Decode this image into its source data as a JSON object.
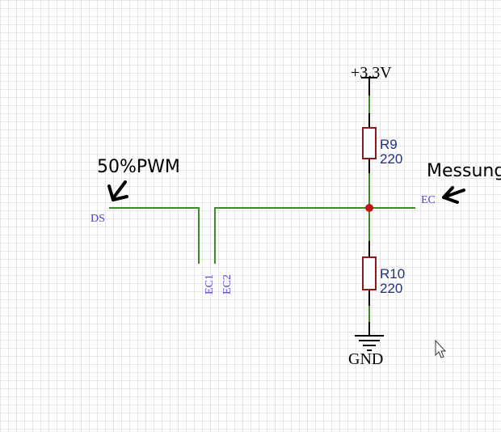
{
  "labels": {
    "vcc": "+3.3V",
    "gnd": "GND",
    "pwm_note": "50%PWM",
    "measure_note": "Messung",
    "net_ds": "DS",
    "net_ec": "EC",
    "net_ec1": "EC1",
    "net_ec2": "EC2"
  },
  "components": {
    "r9": {
      "ref": "R9",
      "value": "220"
    },
    "r10": {
      "ref": "R10",
      "value": "220"
    }
  },
  "colors": {
    "wire": "#3c8b27",
    "resistor": "#8b1a1a",
    "junction": "#c0151b",
    "net_label": "#4b3fd6",
    "ref_label": "#23307a"
  },
  "icons": {
    "cursor": "mouse-pointer-icon"
  }
}
